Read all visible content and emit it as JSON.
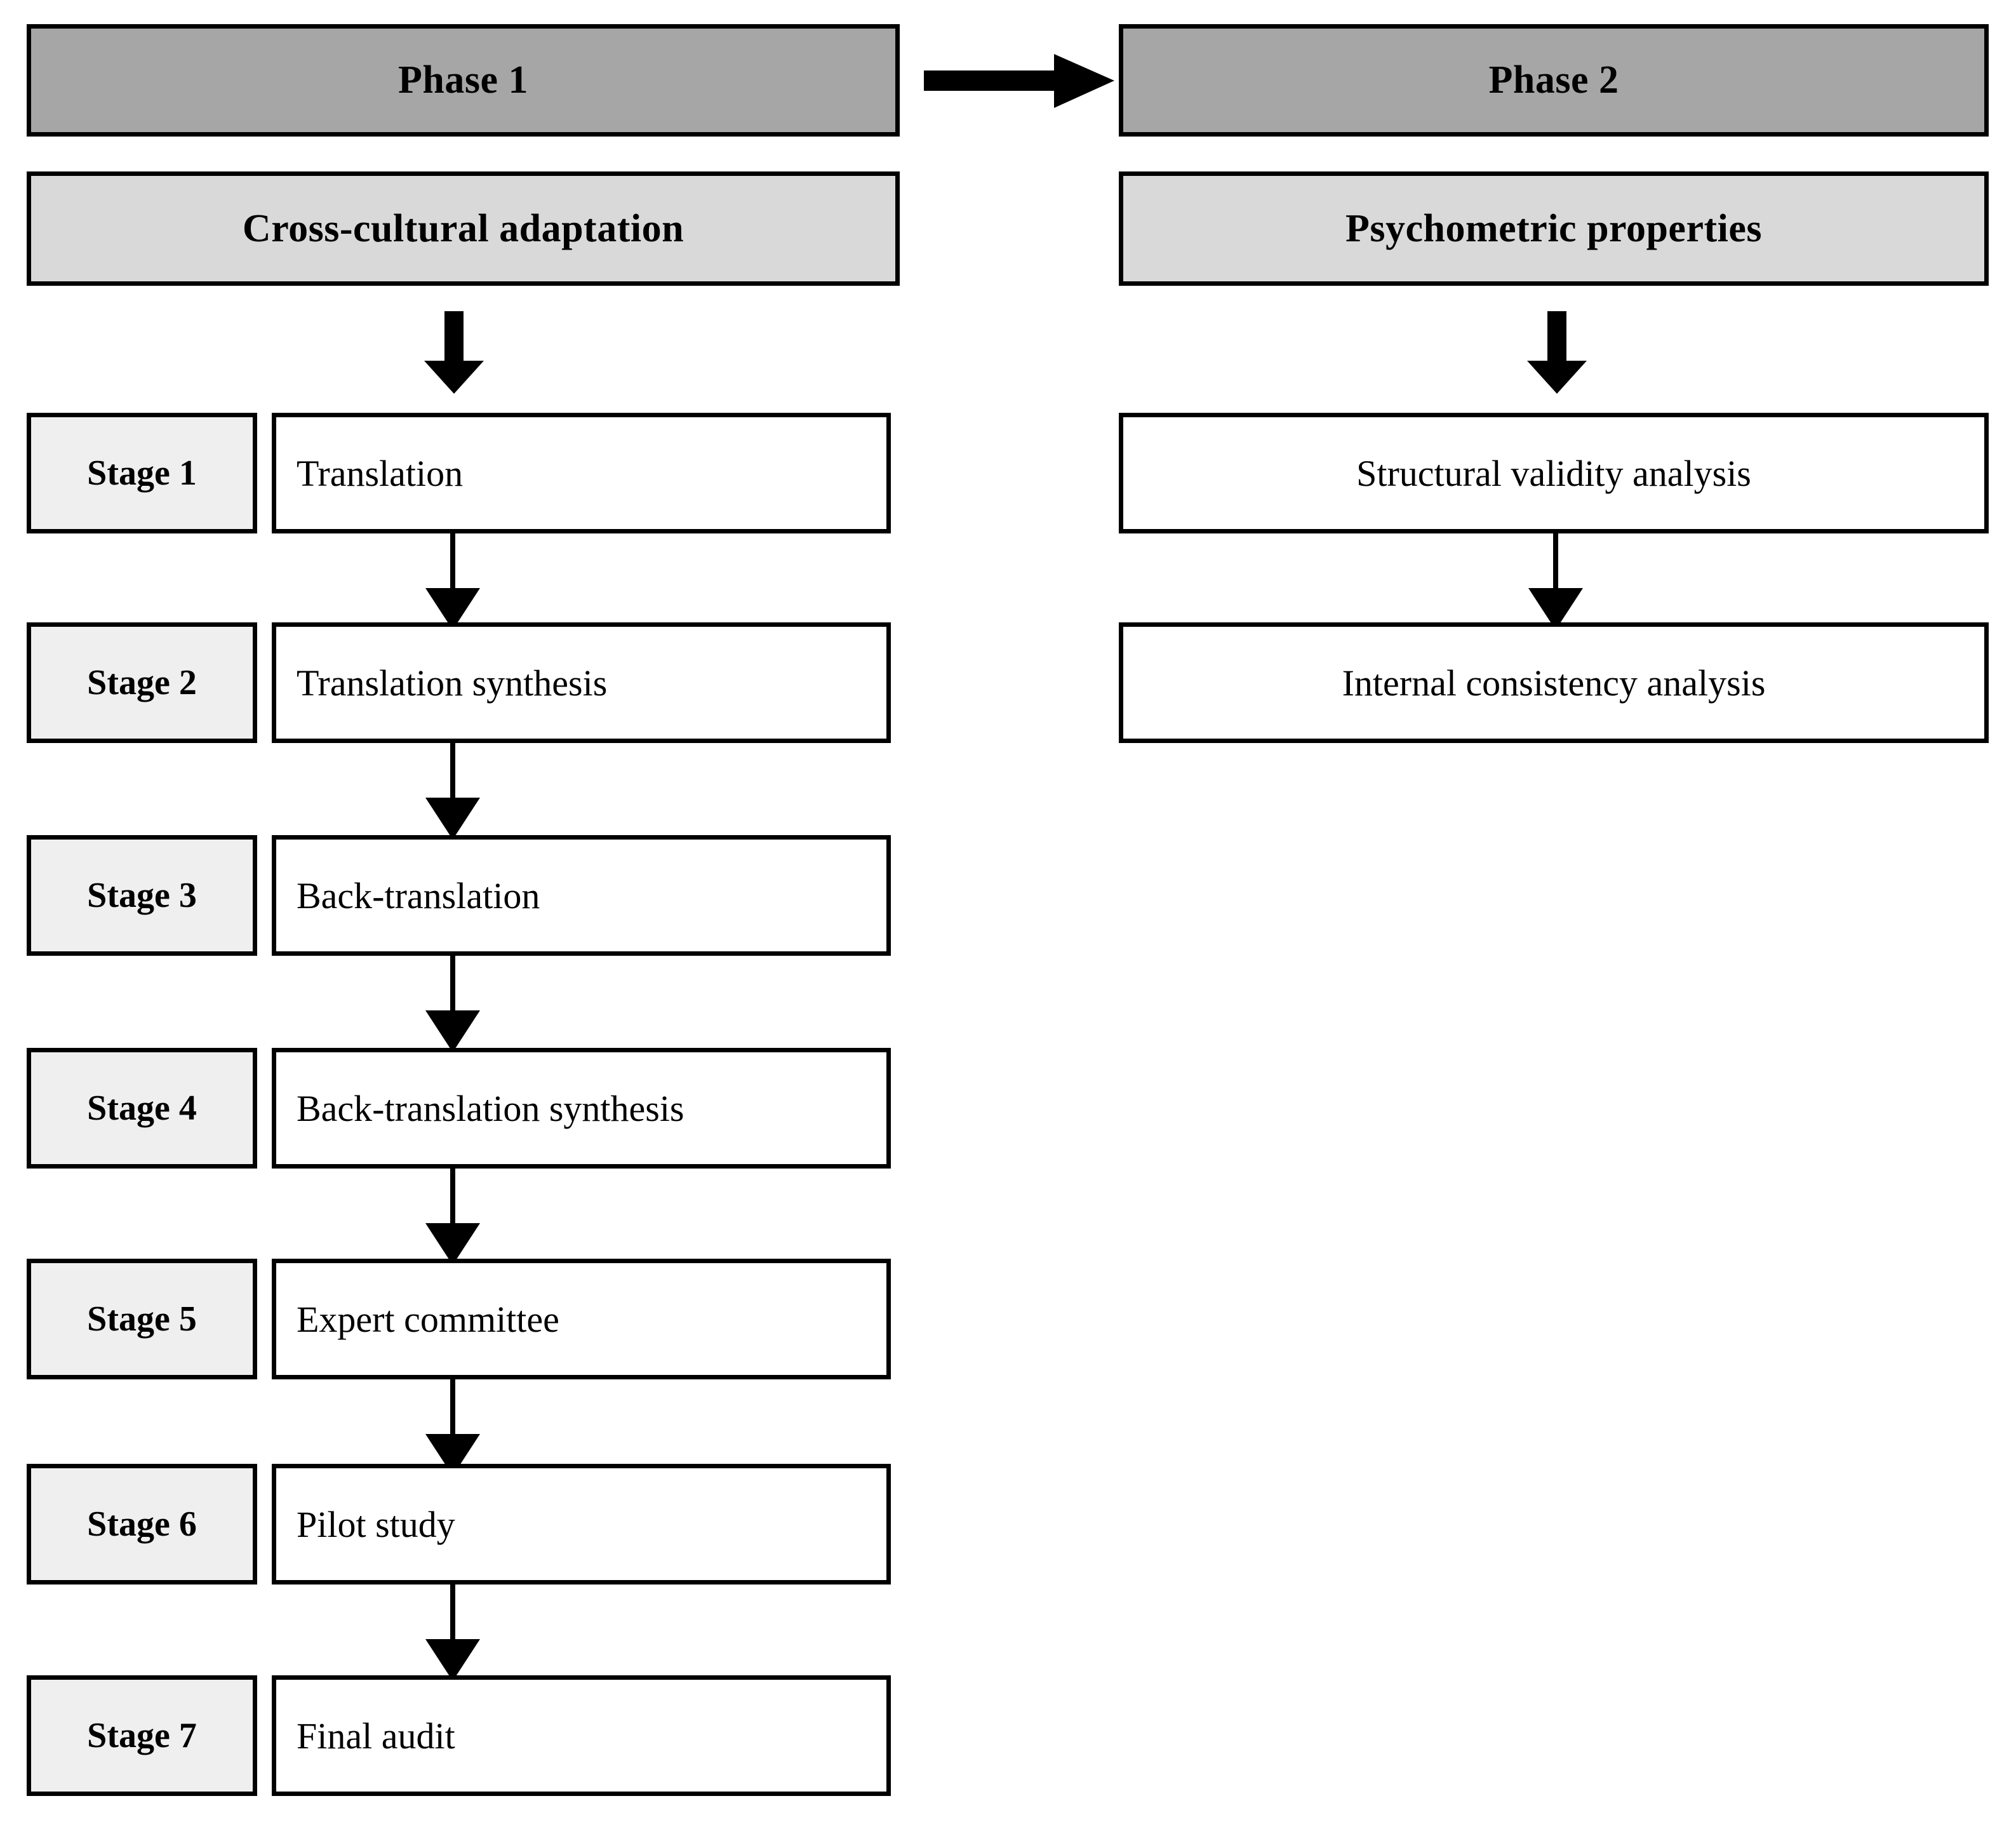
{
  "diagram": {
    "title_hidden": "",
    "colors": {
      "phase_header_fill": "#A6A6A6",
      "phase_subtitle_fill": "#D9D9D9",
      "stage_label_fill": "#EFEFEF",
      "content_fill": "#FFFFFF",
      "stroke": "#000000"
    },
    "phases": [
      {
        "header": "Phase 1",
        "subtitle": "Cross-cultural adaptation",
        "stages": [
          {
            "label": "Stage 1",
            "text": "Translation"
          },
          {
            "label": "Stage 2",
            "text": "Translation synthesis"
          },
          {
            "label": "Stage 3",
            "text": "Back-translation"
          },
          {
            "label": "Stage 4",
            "text": "Back-translation synthesis"
          },
          {
            "label": "Stage 5",
            "text": "Expert committee"
          },
          {
            "label": "Stage 6",
            "text": "Pilot study"
          },
          {
            "label": "Stage 7",
            "text": "Final audit"
          }
        ]
      },
      {
        "header": "Phase 2",
        "subtitle": "Psychometric properties",
        "steps": [
          {
            "text": "Structural validity analysis"
          },
          {
            "text": "Internal  consistency analysis"
          }
        ]
      }
    ],
    "connectors": {
      "phase1_to_phase2": "horizontal-thick-arrow",
      "subtitle_to_first": "vertical-thick-arrow",
      "between_steps": "vertical-thin-arrow"
    }
  }
}
